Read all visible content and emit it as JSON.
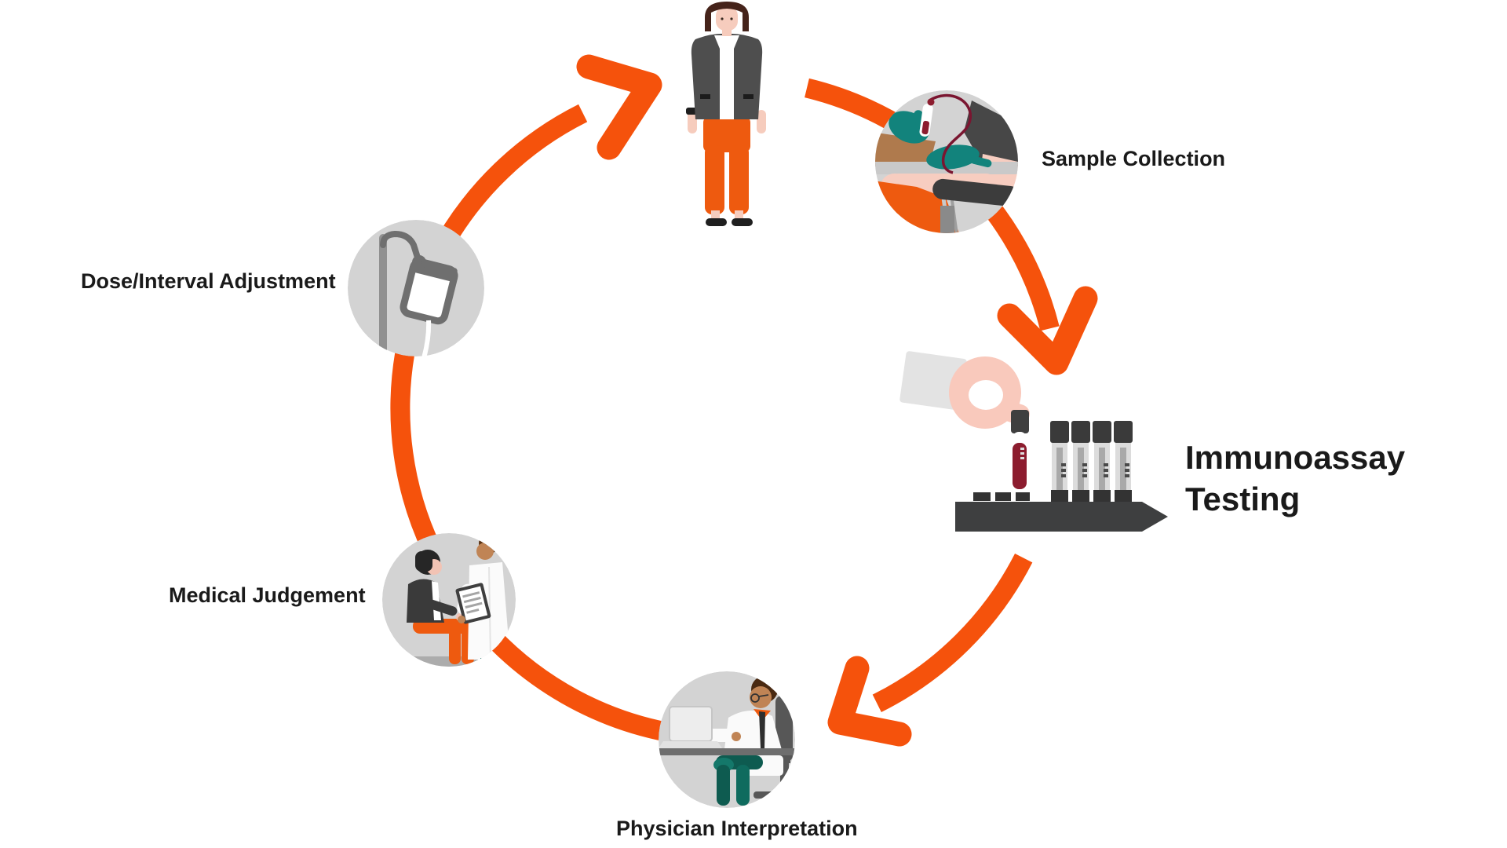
{
  "diagram": {
    "type": "circular-process-flow",
    "flow_direction": "clockwise",
    "colors": {
      "arrow_orange": "#F5520C",
      "circle_background": "#D3D3D3",
      "label_text": "#1A1A1A",
      "clothing_orange": "#EE5A0F",
      "glove_teal": "#12837C",
      "trouser_teal": "#0E5B50",
      "blood_red": "#8C1C2E"
    },
    "steps": [
      {
        "id": "patient",
        "label": "",
        "icon": "patient-figure-icon"
      },
      {
        "id": "sample-collection",
        "label": "Sample Collection",
        "icon": "blood-draw-icon"
      },
      {
        "id": "immunoassay-testing",
        "label": "Immunoassay Testing",
        "icon": "test-tube-rack-icon"
      },
      {
        "id": "physician-interpretation",
        "label": "Physician Interpretation",
        "icon": "physician-at-laptop-icon"
      },
      {
        "id": "medical-judgement",
        "label": "Medical Judgement",
        "icon": "doctor-patient-consultation-icon"
      },
      {
        "id": "dose-interval-adjustment",
        "label": "Dose/Interval Adjustment",
        "icon": "iv-infusion-bag-icon"
      }
    ]
  }
}
